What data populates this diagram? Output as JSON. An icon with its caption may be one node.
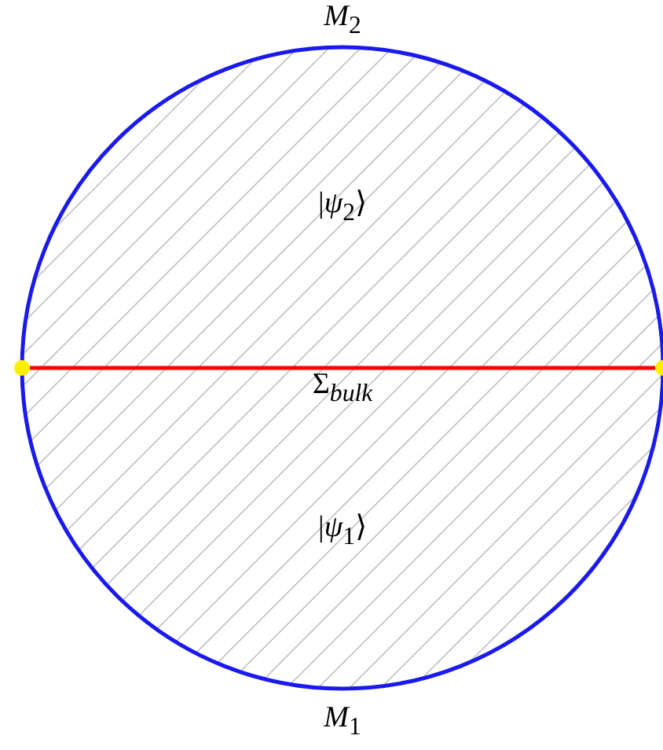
{
  "diagram": {
    "nodes": [
      {
        "text": [],
        "shape": "circle"
      },
      {
        "text": [],
        "shape": "circle"
      }
    ],
    "edges": [
      {
        "from": 0,
        "to": 1,
        "arrow": "none",
        "color": "#ff0000"
      }
    ],
    "labels": [
      "*M*$_{2}$",
      "|*ψ*$_{2}$⟩",
      "Σ$_{bulk}$",
      "|*ψ*$_{1}$⟩",
      "*M*$_{1}$"
    ]
  }
}
